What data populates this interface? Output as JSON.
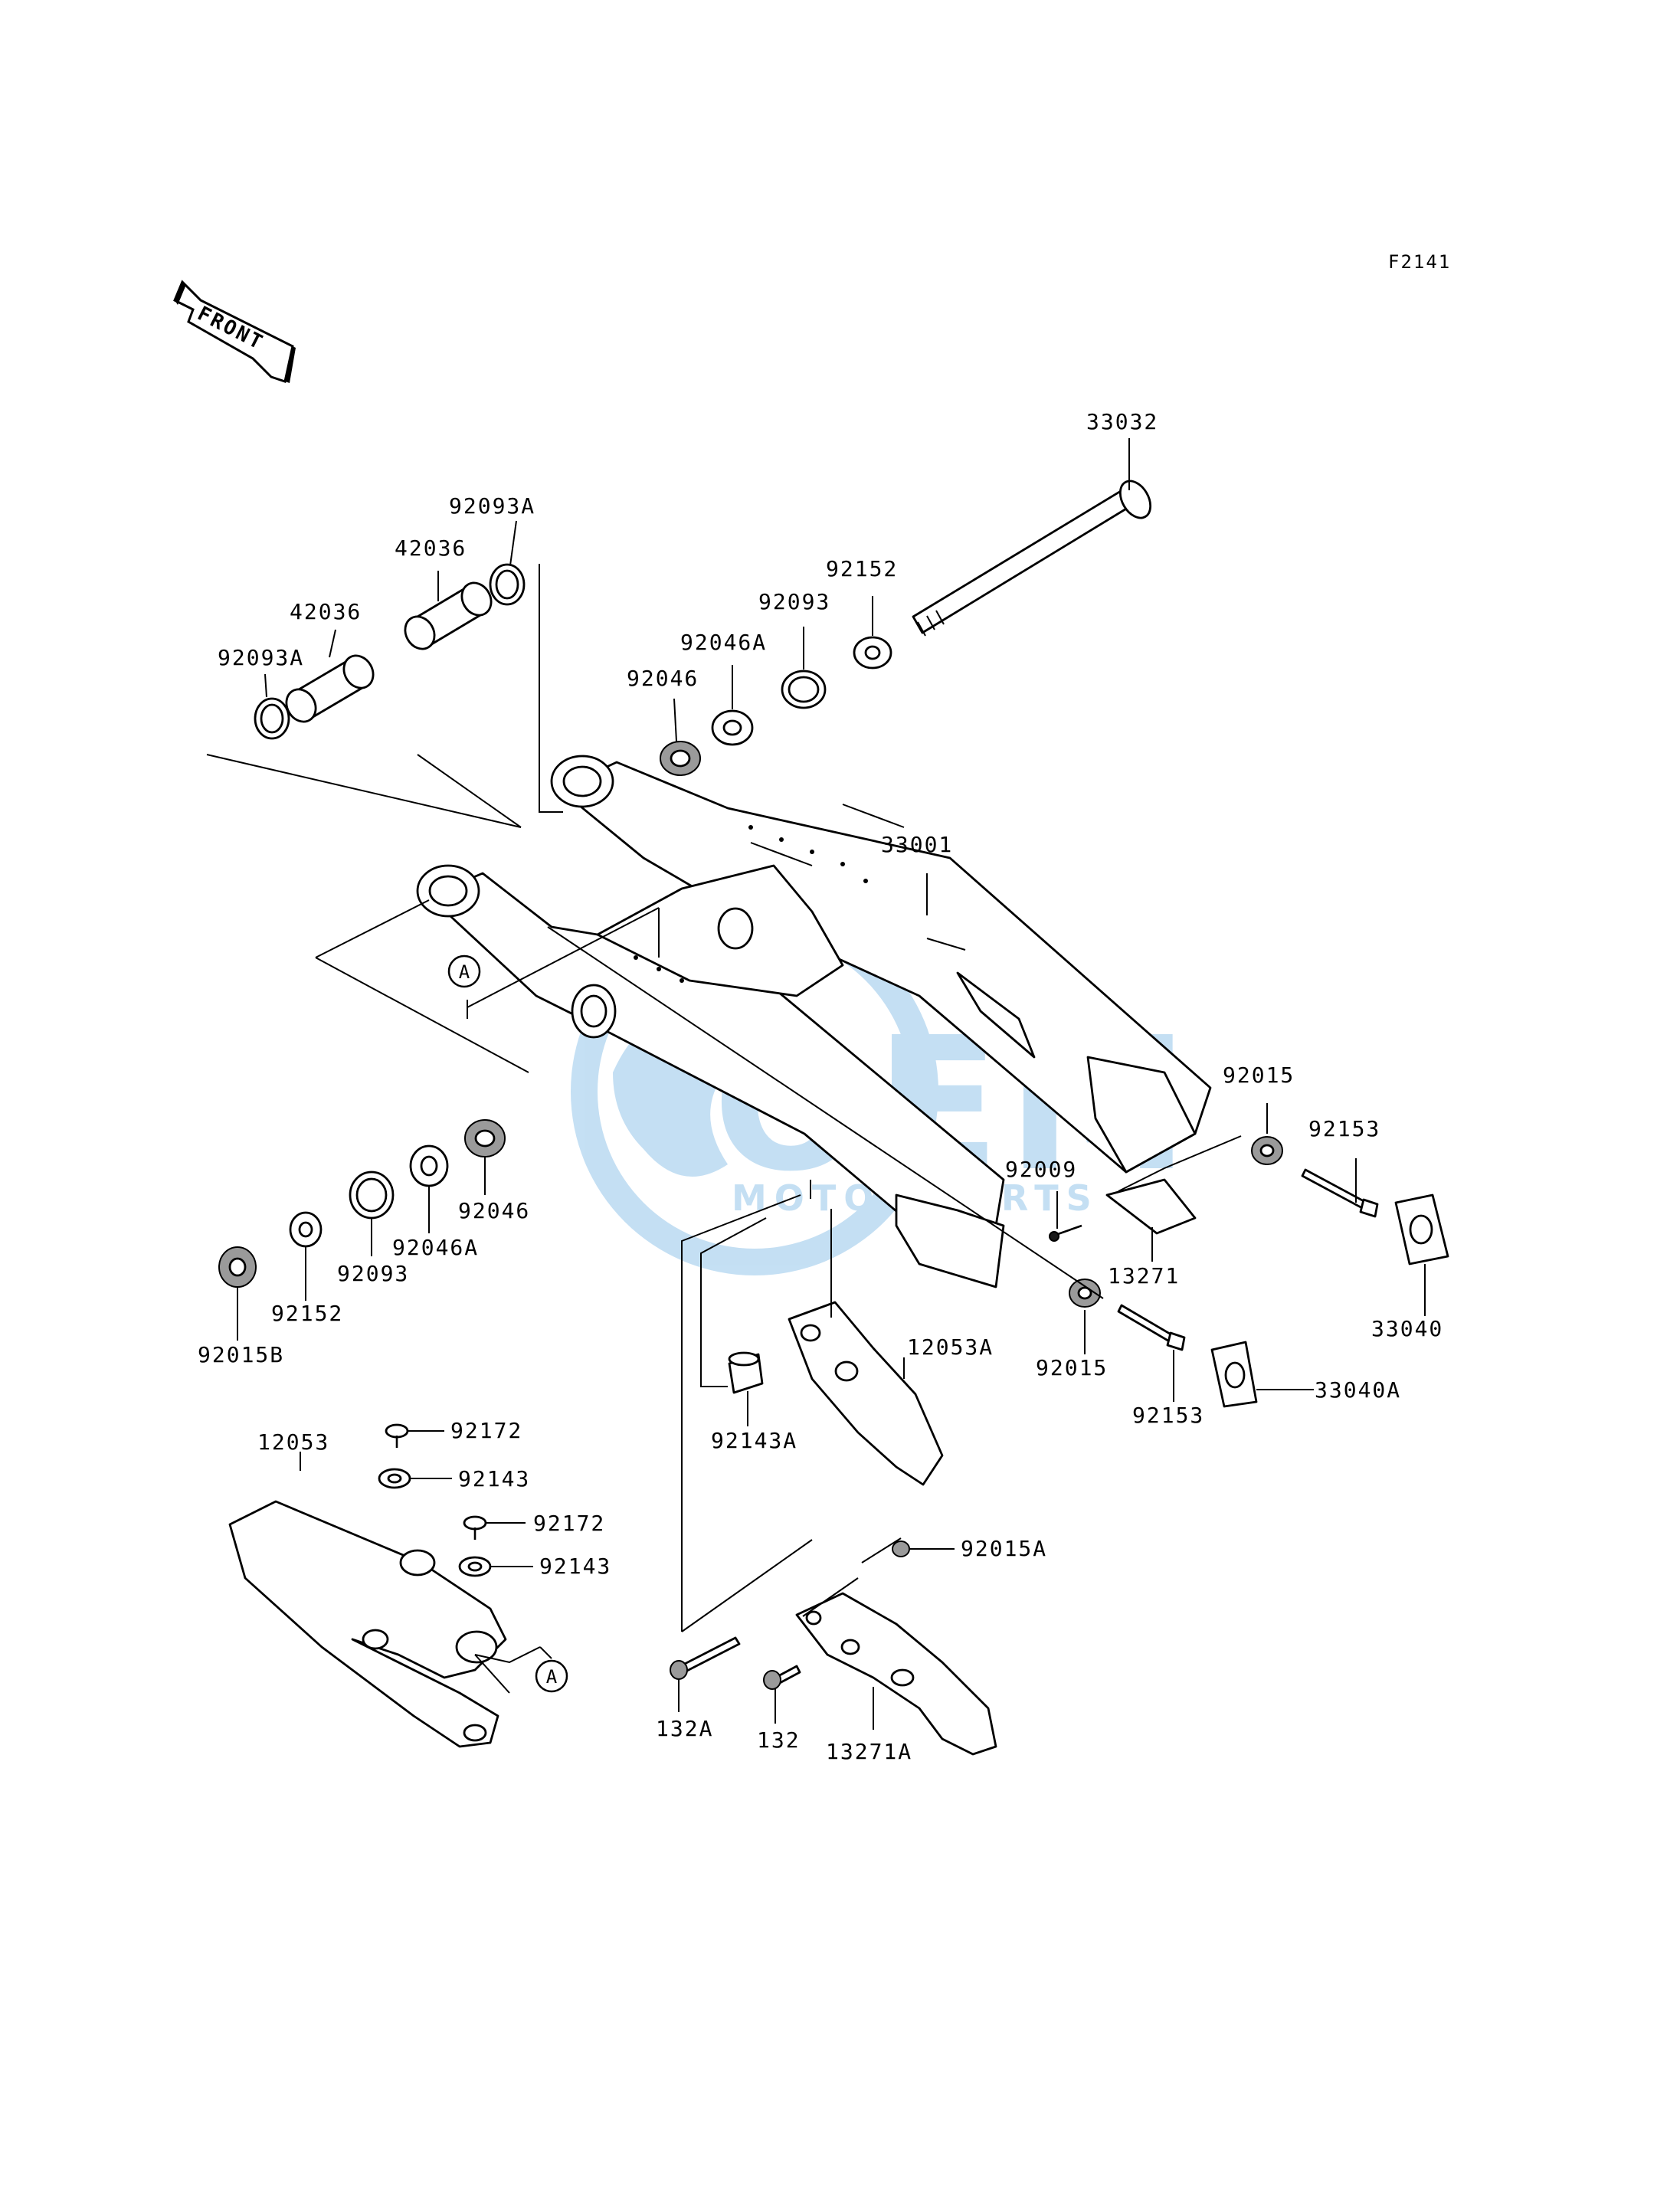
{
  "diagram_code": "F2141",
  "front_arrow_label": "FRONT",
  "reference_markers": [
    "A",
    "A"
  ],
  "watermark": {
    "brand": "OEM",
    "sub": "MOTOR PARTS",
    "color": "#2f8fd6"
  },
  "parts": [
    "33032",
    "92093A",
    "42036",
    "42036",
    "92093A",
    "92152",
    "92093",
    "92046A",
    "92046",
    "33001",
    "92015",
    "92153",
    "33040",
    "92009",
    "13271",
    "92015",
    "92153",
    "33040A",
    "12053A",
    "92143A",
    "92046",
    "92046A",
    "92093",
    "92152",
    "92015B",
    "92172",
    "12053",
    "92143",
    "92172",
    "92143",
    "92015A",
    "132A",
    "132",
    "13271A"
  ]
}
